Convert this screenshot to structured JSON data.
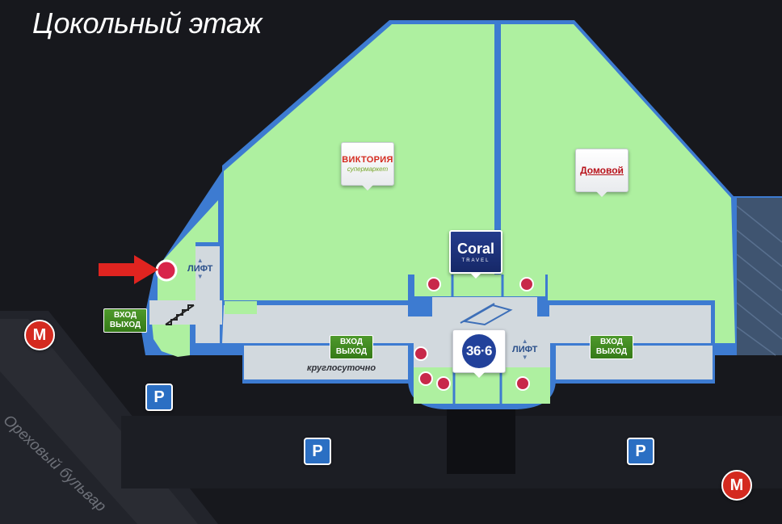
{
  "floor_title": "Цокольный этаж",
  "street": "Ореховый бульвар",
  "stores": {
    "viktoria": {
      "name": "ВИКТОРИЯ",
      "subtitle": "супермаркет"
    },
    "domovoy": {
      "name": "Домовой"
    },
    "coral": {
      "name": "Coral",
      "subtitle": "TRAVEL"
    },
    "pharmacy": {
      "name": "36·6"
    }
  },
  "labels": {
    "elevator": "ЛИФТ",
    "entrance": "ВХОД",
    "exit": "ВЫХОД",
    "hours": "круглосуточно",
    "parking": "P",
    "metro": "М"
  },
  "colors": {
    "store_fill": "#aef0a0",
    "wall": "#2b6fc3",
    "corridor": "#d2d9de",
    "background": "#17181d",
    "marker_dot": "#c8284a",
    "you_are_here_arrow": "#e02420"
  },
  "icons": {
    "parking": "parking-icon",
    "metro": "metro-icon",
    "stairs": "stairs-icon",
    "escalator": "escalator-icon",
    "you_are_here": "arrow-right-icon"
  }
}
